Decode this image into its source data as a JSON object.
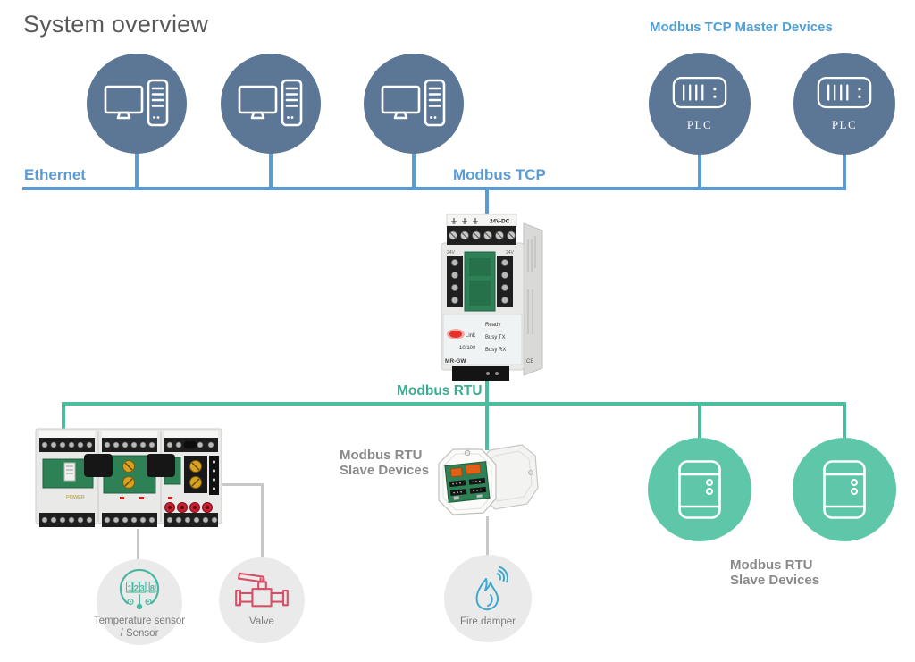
{
  "title": "System overview",
  "network": {
    "ethernet_label": "Ethernet",
    "modbus_tcp_label": "Modbus TCP",
    "modbus_rtu_label": "Modbus RTU",
    "master_devices_label": "Modbus TCP Master Devices",
    "rtu_slaves_left": {
      "line1": "Modbus RTU",
      "line2": "Slave Devices"
    },
    "rtu_slaves_right": {
      "line1": "Modbus RTU",
      "line2": "Slave Devices"
    }
  },
  "master_devices": {
    "plc_label": "PLC"
  },
  "gateway": {
    "model_label": "MR-GW",
    "power_terminal_label": "24V-DC",
    "pcb_label_left": "24V",
    "pcb_label_right": "24V",
    "status_left": [
      "Link",
      "10/100"
    ],
    "status_right": [
      "Ready",
      "Busy TX",
      "Busy RX"
    ],
    "ce_label": "CE"
  },
  "io_module": {
    "power_label": "POWER"
  },
  "endpoints": {
    "temperature_sensor": {
      "label_line1": "Temperature sensor",
      "label_line2": "/ Sensor",
      "display_value": "123,8"
    },
    "valve": {
      "label": "Valve"
    },
    "fire_damper": {
      "label": "Fire damper"
    }
  },
  "colors": {
    "ethernet_blue": "#5b9bd5",
    "master_circle_blue": "#5c7795",
    "rtu_green": "#4dbda0",
    "slave_circle_green": "#5fc7a9",
    "endpoint_circle_gray": "#eaeaea",
    "connector_gray": "#c8c8c8",
    "temp_icon_green": "#4db6a0",
    "valve_icon_pink": "#d85068",
    "fire_icon_blue": "#3fa9cb",
    "led_red": "#e63229"
  }
}
